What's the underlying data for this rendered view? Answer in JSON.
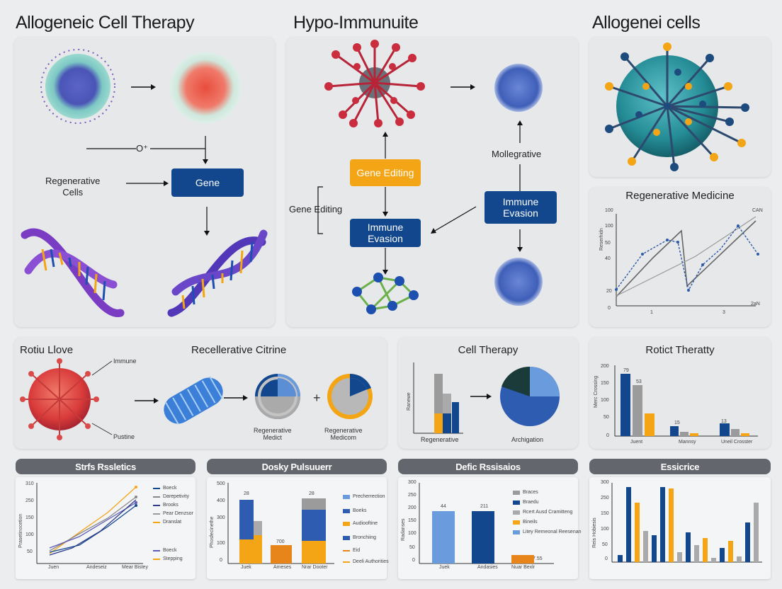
{
  "titles": {
    "left": "Allogeneic Cell Therapy",
    "middle": "Hypo-Immunuite",
    "right": "Allogenei cells"
  },
  "panel1": {
    "arrow_label": "O⁺",
    "regen_cells": "Regenerative\nCells",
    "gene_box": "Gene"
  },
  "panel2": {
    "gene_editing_box": "Gene Editing",
    "gene_editing_label": "Gene Editing",
    "immune_evasion_left": "Immune\nEvasion",
    "immune_evasion_right": "Immune\nEvasion",
    "mollegrative": "Mollegrative"
  },
  "regen_medicine": {
    "title": "Regenerative Medicine",
    "y_axis_label": "Reserhidn",
    "y_ticks": [
      "100",
      "100",
      "50",
      "40",
      "20",
      "0"
    ],
    "x_ticks": [
      "1",
      "3"
    ],
    "label_top_right": "CAN",
    "label_bottom_right": "2aN"
  },
  "row2": {
    "rotiu_title": "Rotiu Llove",
    "immune_label": "Immune",
    "pustine_label": "Pustine",
    "recel_title": "Recellerative Citrine",
    "pie_label_1": "Regenerative\nMedict",
    "pie_label_2": "Regenerative\nMedicom",
    "cell_therapy_title": "Cell Therapy",
    "ct_left_label": "Regenerative",
    "ct_right_label": "Archigation",
    "ct_y_label": "Ranewe",
    "rotict_title": "Rotict Theratty",
    "rotict_y_label": "Merc Crossing",
    "rotict_y_ticks": [
      "200",
      "150",
      "100",
      "50",
      "0"
    ],
    "rotict_x": [
      "Juent",
      "Mannsy",
      "Uneil Crosster"
    ],
    "rotict_vals": [
      "79",
      "53",
      "15",
      "13"
    ]
  },
  "row3": {
    "h1": "Strfs Rssletics",
    "h2": "Dosky Pulsuuerr",
    "h3": "Defic Rssisaios",
    "h4": "Essicrice",
    "c1_y_label": "Prasetinocetion",
    "c1_y_ticks": [
      "310",
      "250",
      "150",
      "100",
      "50"
    ],
    "c1_x": [
      "Juen",
      "Andeseiz",
      "Mear Bistey"
    ],
    "c1_legend": [
      "Boeck",
      "Darepetivity",
      "Brooks",
      "Pear Denzsor",
      "Dranslat",
      "Boeck",
      "Stepping"
    ],
    "c2_y_label": "Phosfecinethe",
    "c2_y_ticks": [
      "500",
      "400",
      "300",
      "100",
      "0"
    ],
    "c2_x": [
      "Juek",
      "Ameses",
      "Nrar Dooter"
    ],
    "c2_vals": [
      "28",
      "700",
      "28"
    ],
    "c2_legend": [
      "Precherrection",
      "Boeks",
      "Audiooftine",
      "Bronchiing",
      "Eid",
      "Deeli Authorities"
    ],
    "c3_y_label": "Radanses",
    "c3_y_ticks": [
      "300",
      "250",
      "200",
      "150",
      "100",
      "50",
      "0"
    ],
    "c3_x": [
      "Juek",
      "Andasies",
      "Nuar Bexlr"
    ],
    "c3_vals": [
      "44",
      "211",
      "7.55"
    ],
    "c3_legend": [
      "Braces",
      "Braedu",
      "Rcert Ausd Cramitteng",
      "Bineils",
      "Litey Remeonal Reesenan"
    ],
    "c4_y_label": "Reis Hobiesis",
    "c4_y_ticks": [
      "300",
      "250",
      "150",
      "100",
      "50",
      "0"
    ]
  }
}
